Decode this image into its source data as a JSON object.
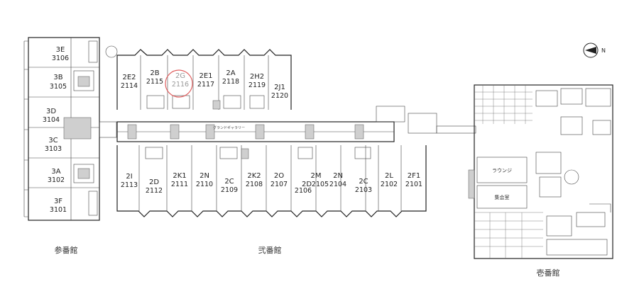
{
  "buildings": {
    "b3": "参番館",
    "b2": "弐番館",
    "b1": "壱番館"
  },
  "units_b3": [
    {
      "code": "3E",
      "num": "3106"
    },
    {
      "code": "3B",
      "num": "3105"
    },
    {
      "code": "3D",
      "num": "3104"
    },
    {
      "code": "3C",
      "num": "3103"
    },
    {
      "code": "3A",
      "num": "3102"
    },
    {
      "code": "3F",
      "num": "3101"
    }
  ],
  "units_b2_top": [
    {
      "code": "2E2",
      "num": "2114"
    },
    {
      "code": "2B",
      "num": "2115"
    },
    {
      "code": "2G",
      "num": "2116",
      "highlighted": true
    },
    {
      "code": "2E1",
      "num": "2117"
    },
    {
      "code": "2A",
      "num": "2118"
    },
    {
      "code": "2H2",
      "num": "2119"
    },
    {
      "code": "2J1",
      "num": "2120"
    }
  ],
  "units_b2_bottom": [
    {
      "code": "2I",
      "num": "2113"
    },
    {
      "code": "2D",
      "num": "2112"
    },
    {
      "code": "2K1",
      "num": "2111"
    },
    {
      "code": "2N",
      "num": "2110"
    },
    {
      "code": "2C",
      "num": "2109"
    },
    {
      "code": "2K2",
      "num": "2108"
    },
    {
      "code": "2O",
      "num": "2107"
    },
    {
      "code": "2M",
      "num": "2106"
    },
    {
      "code": "2D",
      "num": "2105"
    },
    {
      "code": "2N",
      "num": "2104"
    },
    {
      "code": "2C",
      "num": "2103"
    },
    {
      "code": "2L",
      "num": "2102"
    },
    {
      "code": "2F1",
      "num": "2101"
    }
  ],
  "rooms_b1": {
    "lounge": "ラウンジ",
    "meeting": "集会室"
  },
  "corridor": "グランドギャラリー",
  "compass": "N",
  "highlight_color": "#e06060"
}
